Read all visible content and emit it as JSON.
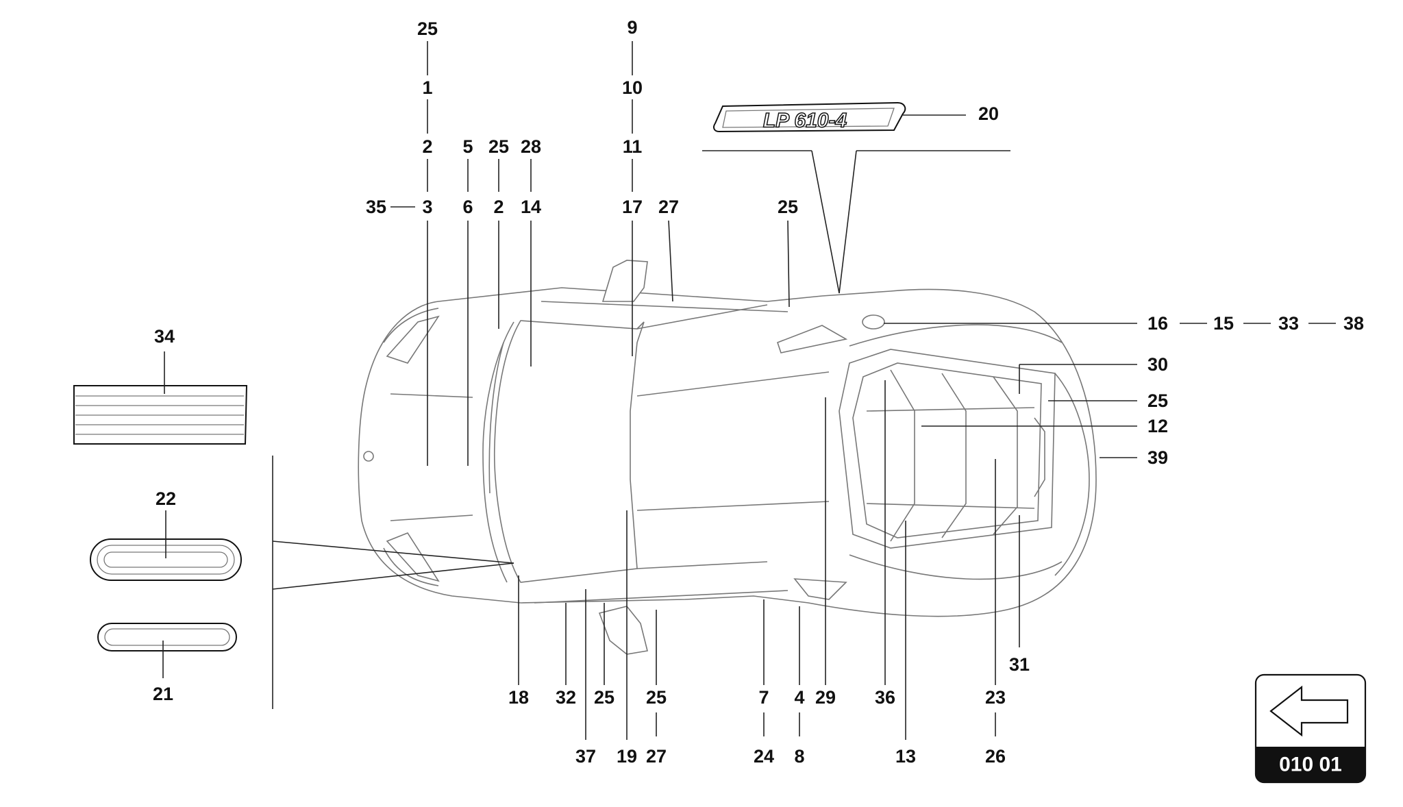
{
  "callouts": [
    {
      "id": "c25a",
      "text": "25"
    },
    {
      "id": "c1",
      "text": "1"
    },
    {
      "id": "c2a",
      "text": "2"
    },
    {
      "id": "c35",
      "text": "35"
    },
    {
      "id": "c3",
      "text": "3"
    },
    {
      "id": "c5",
      "text": "5"
    },
    {
      "id": "c6",
      "text": "6"
    },
    {
      "id": "c25b",
      "text": "25"
    },
    {
      "id": "c2b",
      "text": "2"
    },
    {
      "id": "c28",
      "text": "28"
    },
    {
      "id": "c14",
      "text": "14"
    },
    {
      "id": "c9",
      "text": "9"
    },
    {
      "id": "c10",
      "text": "10"
    },
    {
      "id": "c11",
      "text": "11"
    },
    {
      "id": "c17",
      "text": "17"
    },
    {
      "id": "c27a",
      "text": "27"
    },
    {
      "id": "c25c",
      "text": "25"
    },
    {
      "id": "c20",
      "text": "20"
    },
    {
      "id": "c16",
      "text": "16"
    },
    {
      "id": "c15",
      "text": "15"
    },
    {
      "id": "c33",
      "text": "33"
    },
    {
      "id": "c38",
      "text": "38"
    },
    {
      "id": "c30",
      "text": "30"
    },
    {
      "id": "c25d",
      "text": "25"
    },
    {
      "id": "c12",
      "text": "12"
    },
    {
      "id": "c39",
      "text": "39"
    },
    {
      "id": "c34",
      "text": "34"
    },
    {
      "id": "c22",
      "text": "22"
    },
    {
      "id": "c21",
      "text": "21"
    },
    {
      "id": "c31",
      "text": "31"
    },
    {
      "id": "c18",
      "text": "18"
    },
    {
      "id": "c32",
      "text": "32"
    },
    {
      "id": "c25e",
      "text": "25"
    },
    {
      "id": "c25f",
      "text": "25"
    },
    {
      "id": "c7",
      "text": "7"
    },
    {
      "id": "c4",
      "text": "4"
    },
    {
      "id": "c29",
      "text": "29"
    },
    {
      "id": "c36",
      "text": "36"
    },
    {
      "id": "c23",
      "text": "23"
    },
    {
      "id": "c37",
      "text": "37"
    },
    {
      "id": "c19",
      "text": "19"
    },
    {
      "id": "c27b",
      "text": "27"
    },
    {
      "id": "c24",
      "text": "24"
    },
    {
      "id": "c8",
      "text": "8"
    },
    {
      "id": "c13",
      "text": "13"
    },
    {
      "id": "c26",
      "text": "26"
    }
  ],
  "badge": {
    "text": "LP 610-4"
  },
  "page_nav": {
    "number": "010 01",
    "icon": "arrow-left-icon"
  }
}
